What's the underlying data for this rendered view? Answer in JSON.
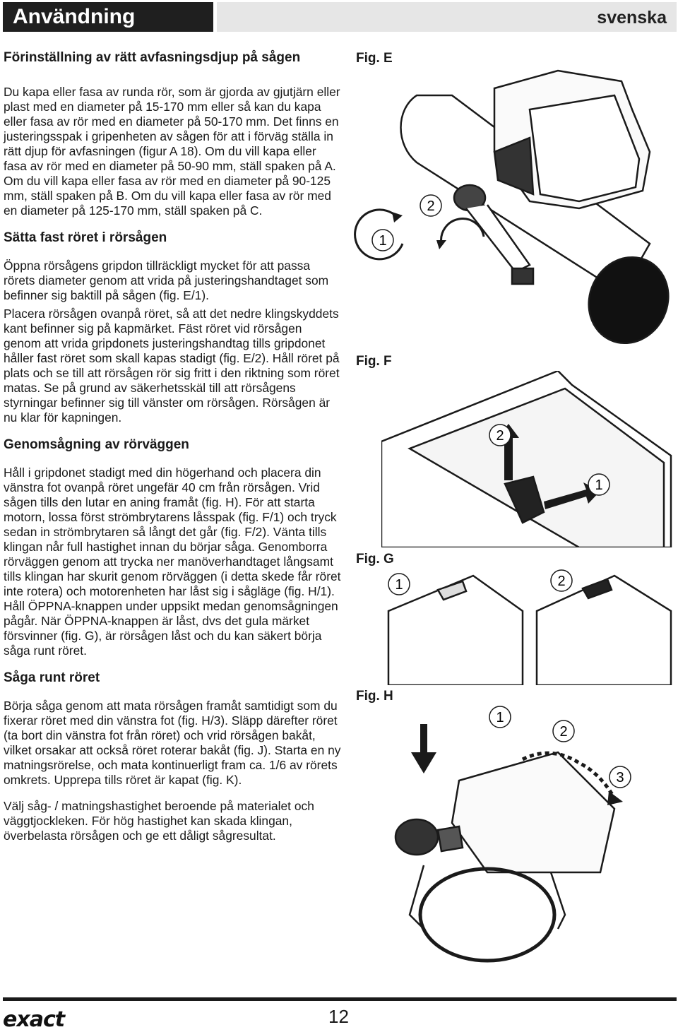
{
  "header": {
    "title": "Användning",
    "language": "svenska"
  },
  "sections": [
    {
      "heading": "Förinställning av rätt avfasningsdjup på sågen",
      "paragraphs": [
        "Du kapa eller fasa av runda rör, som är gjorda av gjutjärn eller plast med en diameter på 15-170 mm eller så kan du kapa eller fasa av rör med en diameter på 50-170 mm. Det finns en justeringsspak i gripenheten av sågen för att i förväg ställa in rätt djup för avfasningen (figur A 18). Om du vill kapa eller fasa av rör med en diameter på 50-90 mm, ställ spaken på A. Om du vill kapa eller fasa av rör med en diameter på 90-125 mm, ställ spaken på B. Om du vill kapa eller fasa av rör med en diameter på 125-170 mm, ställ spaken på C."
      ]
    },
    {
      "heading": "Sätta fast röret i rörsågen",
      "paragraphs": [
        "Öppna rörsågens gripdon tillräckligt mycket för att passa rörets diameter genom att vrida på justeringshandtaget som befinner sig baktill på sågen (fig. E/1).",
        "Placera rörsågen ovanpå röret, så att det nedre klingskyddets kant befinner sig på kapmärket. Fäst röret vid rörsågen genom att vrida gripdonets justeringshandtag tills gripdonet håller fast röret som skall kapas stadigt (fig. E/2). Håll röret på plats och se till att rörsågen rör sig fritt i den riktning som röret matas. Se på grund av säkerhetsskäl till att rörsågens styrningar befinner sig till vänster om rörsågen. Rörsågen är nu klar för kapningen."
      ]
    },
    {
      "heading": "Genomsågning av rörväggen",
      "paragraphs": [
        "Håll i gripdonet stadigt med din högerhand och placera din vänstra fot ovanpå röret ungefär 40 cm från rörsågen. Vrid sågen tills den lutar en aning framåt (fig. H). För att starta motorn, lossa först strömbrytarens låsspak (fig. F/1) och tryck sedan in strömbrytaren så långt det går (fig. F/2). Vänta tills klingan når full hastighet innan du börjar såga. Genomborra rörväggen genom att trycka ner manöverhandtaget långsamt tills klingan har skurit genom rörväggen (i detta skede får röret inte rotera) och motorenheten har låst sig i sågläge (fig. H/1). Håll ÖPPNA-knappen under uppsikt medan genomsågningen pågår. När ÖPPNA-knappen är låst, dvs det gula märket försvinner (fig. G), är rörsågen låst och du kan säkert börja såga runt röret."
      ]
    },
    {
      "heading": "Såga runt röret",
      "paragraphs": [
        "Börja såga genom att mata rörsågen framåt samtidigt som du fixerar röret med din vänstra fot (fig. H/3). Släpp därefter röret (ta bort din vänstra fot från röret) och vrid rörsågen bakåt, vilket orsakar att också röret roterar bakåt (fig. J). Starta en ny matningsrörelse, och mata kontinuerligt fram ca. 1/6 av rörets omkrets. Upprepa tills röret är kapat (fig. K).",
        "Välj såg- / matningshastighet beroende på materialet och väggtjockleken. För hög hastighet kan skada klingan, överbelasta rörsågen och ge ett dåligt sågresultat."
      ]
    }
  ],
  "figures": {
    "e": {
      "label": "Fig. E",
      "callouts": [
        "1",
        "2"
      ]
    },
    "f": {
      "label": "Fig. F",
      "callouts": [
        "2",
        "1"
      ]
    },
    "g": {
      "label": "Fig. G",
      "callouts": [
        "1",
        "2"
      ]
    },
    "h": {
      "label": "Fig. H",
      "callouts": [
        "1",
        "2",
        "3"
      ]
    }
  },
  "footer": {
    "logo": "exact",
    "page": "12"
  }
}
